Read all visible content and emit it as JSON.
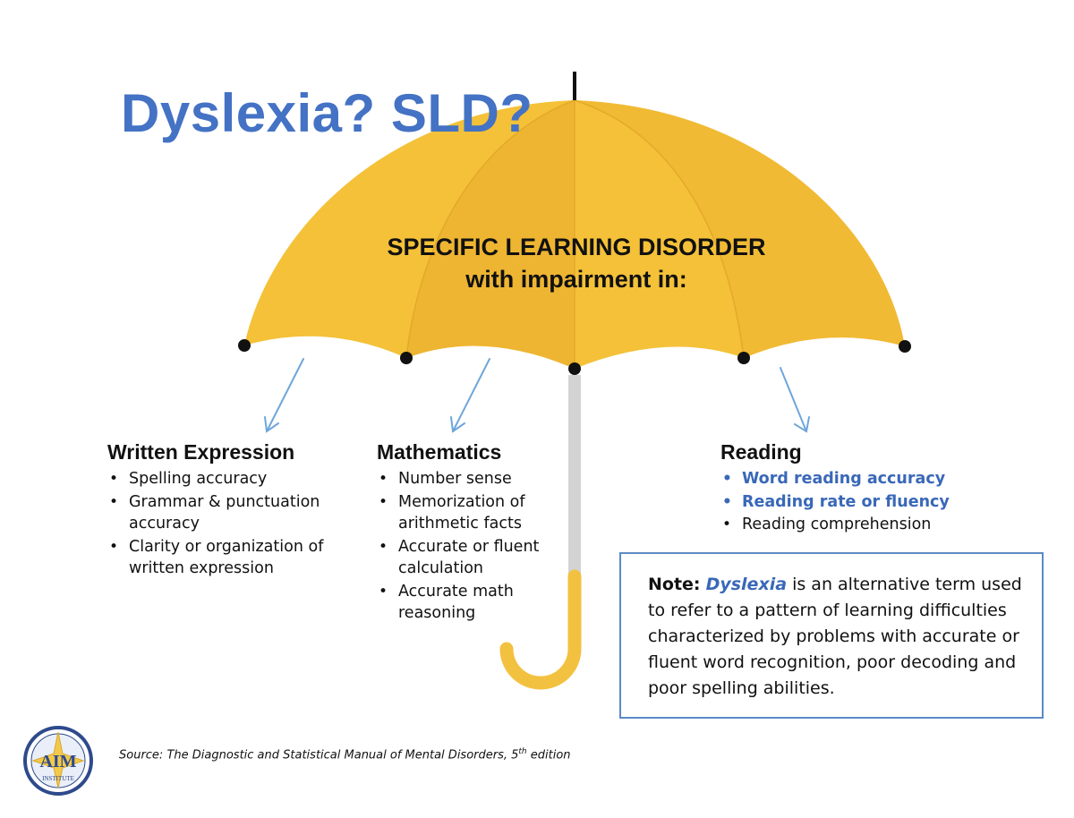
{
  "title": "Dyslexia? SLD?",
  "umbrella": {
    "heading_line1": "SPECIFIC LEARNING DISORDER",
    "heading_line2": "with impairment in:",
    "canopy_color": "#f4c138",
    "canopy_shade": "#eeb532",
    "shaft_color": "#d3d3d3",
    "handle_color": "#f2c13f",
    "arrow_color": "#6ea6da"
  },
  "categories": [
    {
      "title": "Written Expression",
      "items": [
        {
          "text": "Spelling accuracy",
          "highlight": false
        },
        {
          "text": "Grammar & punctuation accuracy",
          "highlight": false
        },
        {
          "text": "Clarity or organization of written expression",
          "highlight": false
        }
      ]
    },
    {
      "title": "Mathematics",
      "items": [
        {
          "text": "Number sense",
          "highlight": false
        },
        {
          "text": "Memorization of arithmetic facts",
          "highlight": false
        },
        {
          "text": "Accurate or fluent calculation",
          "highlight": false
        },
        {
          "text": "Accurate math reasoning",
          "highlight": false
        }
      ]
    },
    {
      "title": "Reading",
      "items": [
        {
          "text": "Word reading accuracy",
          "highlight": true
        },
        {
          "text": "Reading rate or fluency",
          "highlight": true
        },
        {
          "text": "Reading comprehension",
          "highlight": false
        }
      ]
    }
  ],
  "note": {
    "label": "Note:",
    "term": "Dyslexia",
    "text": "is an alternative term used to refer to a pattern of learning difficulties characterized by problems with accurate or fluent word recognition, poor decoding and poor spelling abilities."
  },
  "source": {
    "prefix": "Source: The Diagnostic and Statistical Manual of Mental Disorders, 5",
    "superscript": "th",
    "suffix": " edition"
  },
  "logo": {
    "text": "AIM",
    "subtext": "INSTITUTE",
    "ring_color": "#2e4a8c",
    "star_color": "#f2c94c"
  }
}
